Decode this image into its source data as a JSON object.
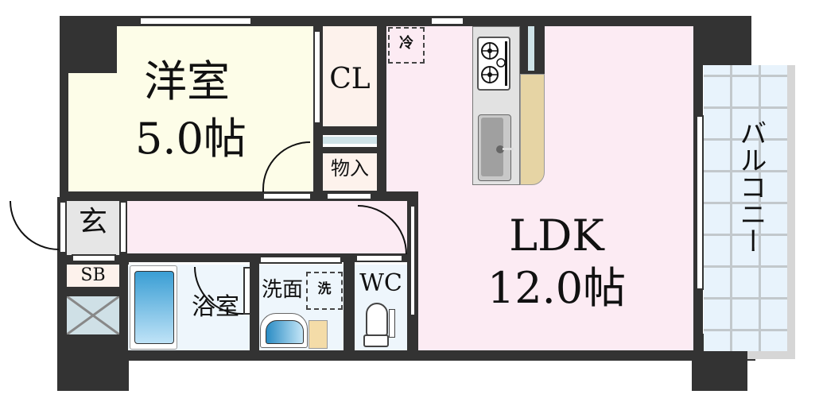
{
  "floorplan": {
    "rooms": {
      "western_room": {
        "name": "洋室",
        "size": "5.0帖"
      },
      "closet": {
        "name": "CL"
      },
      "storage": {
        "name": "物入"
      },
      "ldk": {
        "name": "LDK",
        "size": "12.0帖"
      },
      "entrance": {
        "name": "玄"
      },
      "shoe_box": {
        "name": "SB"
      },
      "bathroom": {
        "name": "浴室"
      },
      "washroom": {
        "name": "洗面"
      },
      "washer_space": {
        "name": "洗"
      },
      "toilet": {
        "name": "WC"
      },
      "fridge_space": {
        "name": "冷"
      },
      "balcony": {
        "name": "バルコニー"
      }
    },
    "colors": {
      "wall": "#333333",
      "western_room": "#fdfde8",
      "closet": "#fdf2ec",
      "ldk": "#fcebf3",
      "wet_area": "#eef6fc",
      "entrance": "#e6e6e6",
      "balcony": "#e8f3fc",
      "kitchen_counter": "#e2e2e2",
      "wood_counter": "#e6d4a4"
    }
  }
}
